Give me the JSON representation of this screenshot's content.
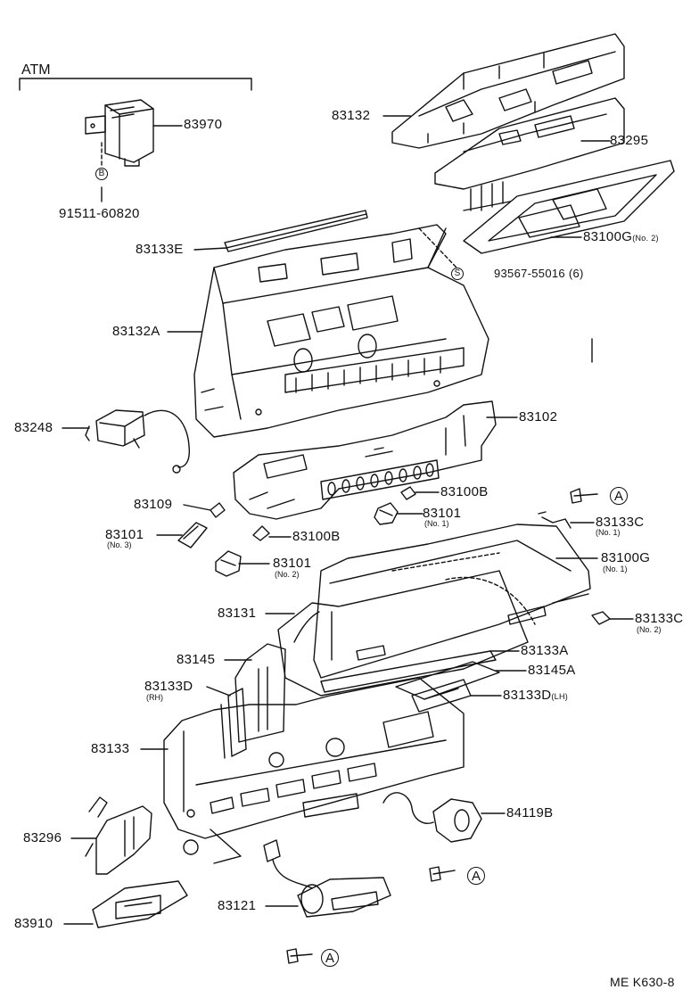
{
  "atm_label": "ATM",
  "diagram_code": "ME K630-8",
  "circle_A": "A",
  "circle_B": "B",
  "circle_S": "S",
  "parts": {
    "p83970": "83970",
    "p91511": "91511-60820",
    "p83132": "83132",
    "p83295": "83295",
    "p83100G2": "83100G",
    "p83100G2_sub": "(No. 2)",
    "p83133E": "83133E",
    "p93567": "93567-55016",
    "p93567_qty": "(6)",
    "p83132A": "83132A",
    "p83248": "83248",
    "p83102": "83102",
    "p83109": "83109",
    "p83100B_a": "83100B",
    "p83101_1": "83101",
    "p83101_1_sub": "(No. 1)",
    "p83101_3": "83101",
    "p83101_3_sub": "(No. 3)",
    "p83100B_b": "83100B",
    "p83133C_1": "83133C",
    "p83133C_1_sub": "(No. 1)",
    "p83101_2": "83101",
    "p83101_2_sub": "(No. 2)",
    "p83100G1": "83100G",
    "p83100G1_sub": "(No. 1)",
    "p83131": "83131",
    "p83133C_2": "83133C",
    "p83133C_2_sub": "(No. 2)",
    "p83145": "83145",
    "p83133A": "83133A",
    "p83145A": "83145A",
    "p83133D_rh": "83133D",
    "p83133D_rh_sub": "(RH)",
    "p83133D_lh": "83133D",
    "p83133D_lh_sub": "(LH)",
    "p83133": "83133",
    "p84119B": "84119B",
    "p83296": "83296",
    "p83121": "83121",
    "p83910": "83910"
  }
}
